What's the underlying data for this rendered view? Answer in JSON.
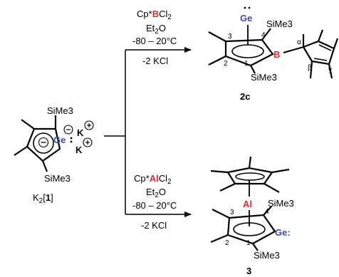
{
  "reactant": {
    "atom_ge": "Ge",
    "sime3_top": "SiMe3",
    "sime3_bottom": "SiMe3",
    "cation_1": "K",
    "cation_2": "K",
    "label_prefix": "K",
    "label_sub": "2",
    "label_open": "[",
    "label_num": "1",
    "label_close": "]"
  },
  "upper_reaction": {
    "reagent_prefix": "Cp*",
    "reagent_atom": "B",
    "reagent_suffix": "Cl",
    "reagent_sub": "2",
    "solvent_prefix": "Et",
    "solvent_sub": "2",
    "solvent_suffix": "O",
    "temperature": "-80 – 20°C",
    "byproduct": "-2 KCl"
  },
  "product_2c": {
    "atom_ge": "Ge",
    "atom_b": "B",
    "sime3_top": "SiMe3",
    "sime3_bottom": "SiMe3",
    "pos_1": "1",
    "pos_2": "2",
    "pos_3": "3",
    "pos_4": "4",
    "alpha": "α",
    "beta": "β",
    "gamma": "γ",
    "label": "2c"
  },
  "lower_reaction": {
    "reagent_prefix": "Cp*",
    "reagent_atom": "Al",
    "reagent_suffix": "Cl",
    "reagent_sub": "2",
    "solvent_prefix": "Et",
    "solvent_sub": "2",
    "solvent_suffix": "O",
    "temperature": "-80 – 20°C",
    "byproduct": "-2 KCl"
  },
  "product_3": {
    "atom_al": "Al",
    "atom_ge": "Ge:",
    "sime3_top": "SiMe3",
    "sime3_bottom": "SiMe3",
    "pos_1": "1",
    "pos_2": "2",
    "pos_3": "3",
    "pos_4": "4",
    "label": "3"
  },
  "colors": {
    "ink": "#000000",
    "germanium": "#3a4fa3",
    "boron": "#e0282e",
    "aluminium": "#e0282e"
  }
}
